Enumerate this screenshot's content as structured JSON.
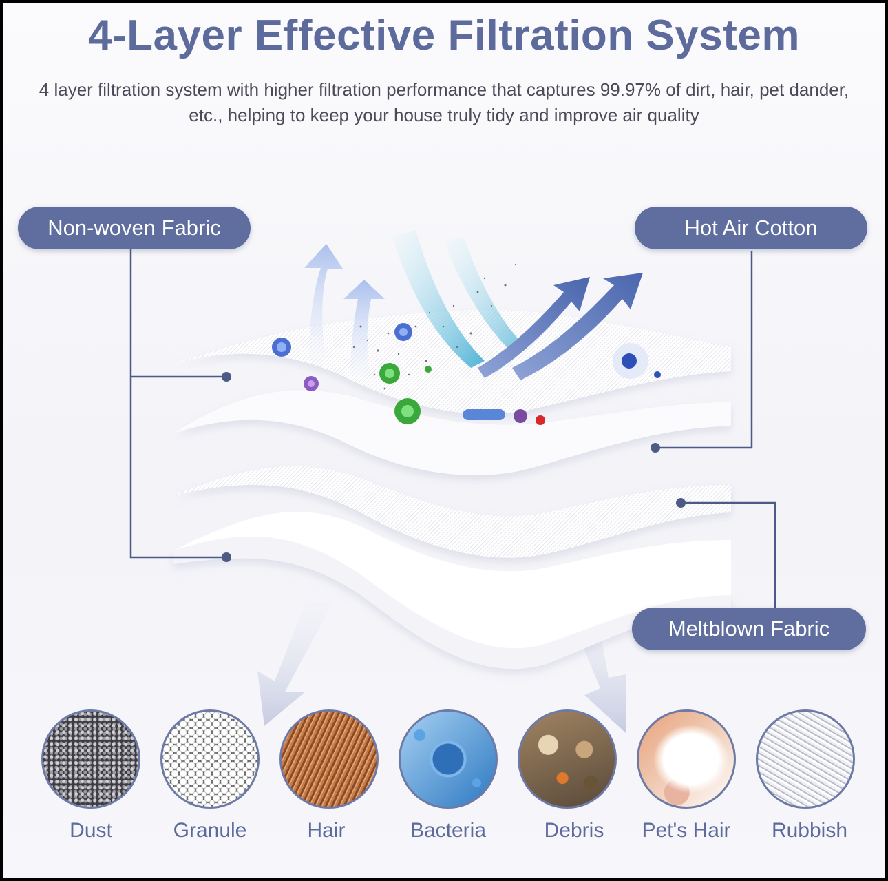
{
  "title": "4-Layer Effective Filtration System",
  "subtitle": "4 layer filtration system with higher filtration performance that captures 99.97% of dirt, hair, pet dander, etc., helping to keep your house truly tidy and improve air quality",
  "layers": {
    "non_woven": "Non-woven Fabric",
    "hot_air": "Hot Air Cotton",
    "meltblown": "Meltblown Fabric"
  },
  "particles": [
    {
      "label": "Dust",
      "icon": "dust-texture-icon"
    },
    {
      "label": "Granule",
      "icon": "granule-texture-icon"
    },
    {
      "label": "Hair",
      "icon": "hair-texture-icon"
    },
    {
      "label": "Bacteria",
      "icon": "bacteria-icon"
    },
    {
      "label": "Debris",
      "icon": "debris-texture-icon"
    },
    {
      "label": "Pet's Hair",
      "icon": "pet-hair-texture-icon"
    },
    {
      "label": "Rubbish",
      "icon": "rubbish-texture-icon"
    }
  ],
  "colors": {
    "accent": "#5f6e9e",
    "title": "#5c6a9c",
    "text": "#4a4a58",
    "arrow_light": "#b9cbf0",
    "arrow_dark": "#5d78b8"
  }
}
